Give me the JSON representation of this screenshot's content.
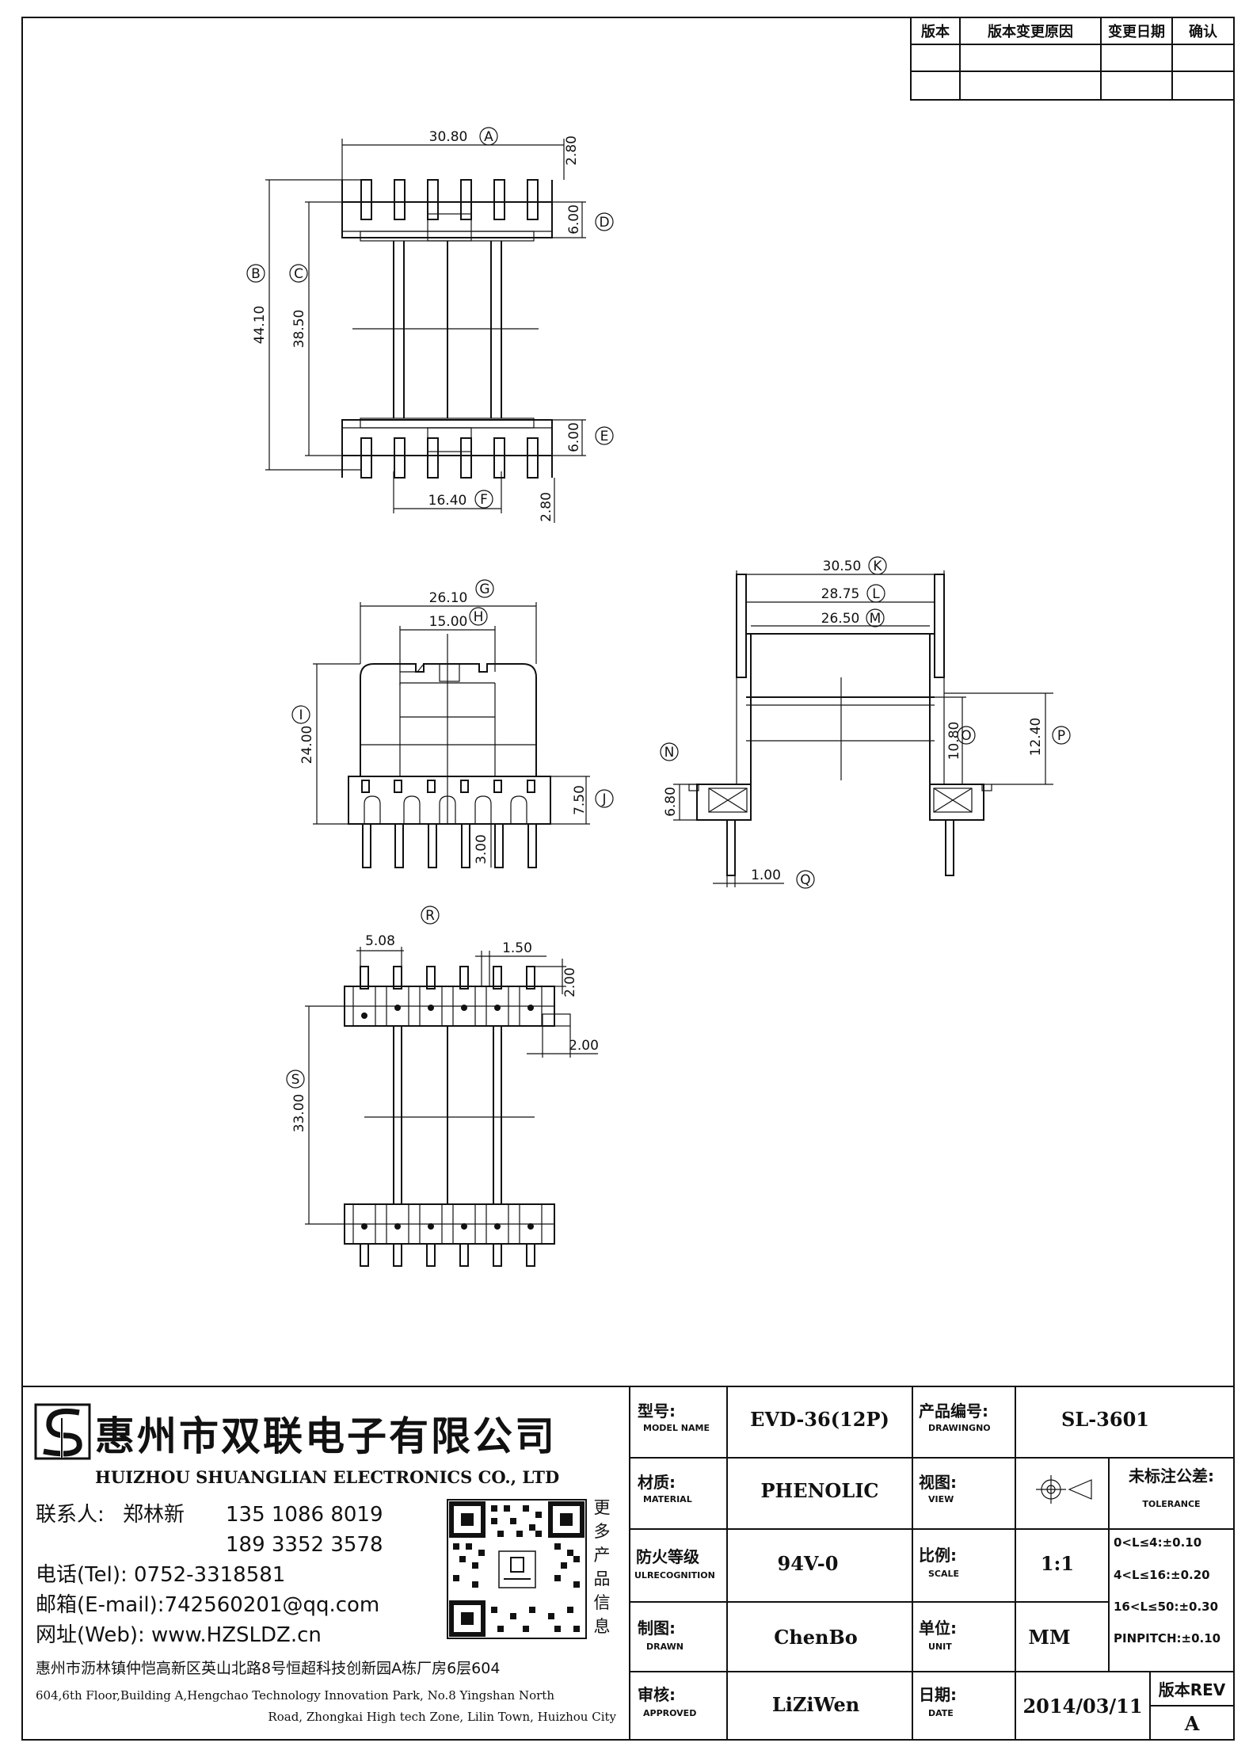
{
  "revision_table": {
    "headers": [
      "版本",
      "版本变更原因",
      "变更日期",
      "确认"
    ]
  },
  "dimensions": {
    "top_view": {
      "A": "30.80",
      "B": "44.10",
      "C": "38.50",
      "D": "6.00",
      "E": "6.00",
      "F": "16.40",
      "pin_top": "2.80",
      "pin_bottom": "2.80"
    },
    "front_view": {
      "G": "26.10",
      "H": "15.00",
      "I": "24.00",
      "J": "7.50",
      "pin": "3.00"
    },
    "side_view": {
      "K": "30.50",
      "L": "28.75",
      "M": "26.50",
      "N": "6.80",
      "O": "10.80",
      "P": "12.40",
      "Q": "1.00"
    },
    "bottom_view": {
      "R": "",
      "pitch": "5.08",
      "pin_w": "1.50",
      "pin_h": "2.00",
      "pin_off": "2.00",
      "S": "33.00"
    }
  },
  "balloons": [
    "A",
    "B",
    "C",
    "D",
    "E",
    "F",
    "G",
    "H",
    "I",
    "J",
    "K",
    "L",
    "M",
    "N",
    "O",
    "P",
    "Q",
    "R",
    "S"
  ],
  "company": {
    "name_cn": "惠州市双联电子有限公司",
    "name_en": "HUIZHOU SHUANGLIAN ELECTRONICS CO., LTD",
    "contact_label": "联系人:",
    "contact_name": "郑林新",
    "phone1": "135 1086 8019",
    "phone2": "189 3352 3578",
    "tel": "电话(Tel): 0752-3318581",
    "email": "邮箱(E-mail):742560201@qq.com",
    "web": "网址(Web): www.HZSLDZ.cn",
    "qr_caption": [
      "更",
      "多",
      "产",
      "品",
      "信",
      "息"
    ],
    "address_cn": "惠州市沥林镇仲恺高新区英山北路8号恒超科技创新园A栋厂房6层604",
    "address_en_1": "604,6th Floor,Building A,Hengchao Technology Innovation Park, No.8 Yingshan North",
    "address_en_2": "Road, Zhongkai High tech Zone, Lilin Town, Huizhou City"
  },
  "title_block": {
    "model_label": "型号:",
    "model_sub": "MODEL NAME",
    "model_value": "EVD-36(12P)",
    "drawing_label": "产品编号:",
    "drawing_sub": "DRAWINGNO",
    "drawing_value": "SL-3601",
    "material_label": "材质:",
    "material_sub": "MATERIAL",
    "material_value": "PHENOLIC",
    "view_label": "视图:",
    "view_sub": "VIEW",
    "fire_label": "防火等级",
    "fire_sub": "ULRECOGNITION",
    "fire_value": "94V-0",
    "scale_label": "比例:",
    "scale_sub": "SCALE",
    "scale_value": "1:1",
    "drawn_label": "制图:",
    "drawn_sub": "DRAWN",
    "drawn_value": "ChenBo",
    "unit_label": "单位:",
    "unit_sub": "UNIT",
    "unit_value": "MM",
    "approved_label": "审核:",
    "approved_sub": "APPROVED",
    "approved_value": "LiZiWen",
    "date_label": "日期:",
    "date_sub": "DATE",
    "date_value": "2014/03/11",
    "rev_label": "版本REV",
    "rev_value": "A",
    "tolerance_label": "未标注公差:",
    "tolerance_sub": "TOLERANCE",
    "tolerances": [
      "0<L≤4:±0.10",
      "4<L≤16:±0.20",
      "16<L≤50:±0.30",
      "PINPITCH:±0.10"
    ]
  }
}
